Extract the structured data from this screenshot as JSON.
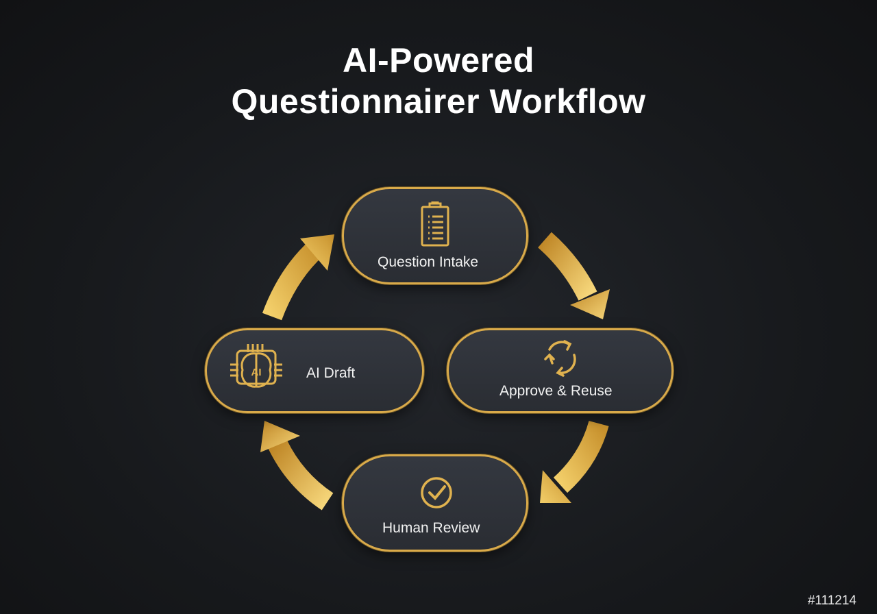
{
  "title": {
    "line1": "AI-Powered",
    "line2": "Questionnairer Workflow"
  },
  "nodes": {
    "intake": {
      "label": "Question Intake",
      "icon": "clipboard-list-icon"
    },
    "approve": {
      "label": "Approve & Reuse",
      "icon": "refresh-cycle-icon"
    },
    "review": {
      "label": "Human Review",
      "icon": "check-circle-icon"
    },
    "draft": {
      "label": "AI Draft",
      "icon": "ai-brain-chip-icon",
      "icon_text": "AI"
    }
  },
  "colors": {
    "accent": "#d9aa4a",
    "background": "#111214"
  },
  "footer_code": "#111214"
}
